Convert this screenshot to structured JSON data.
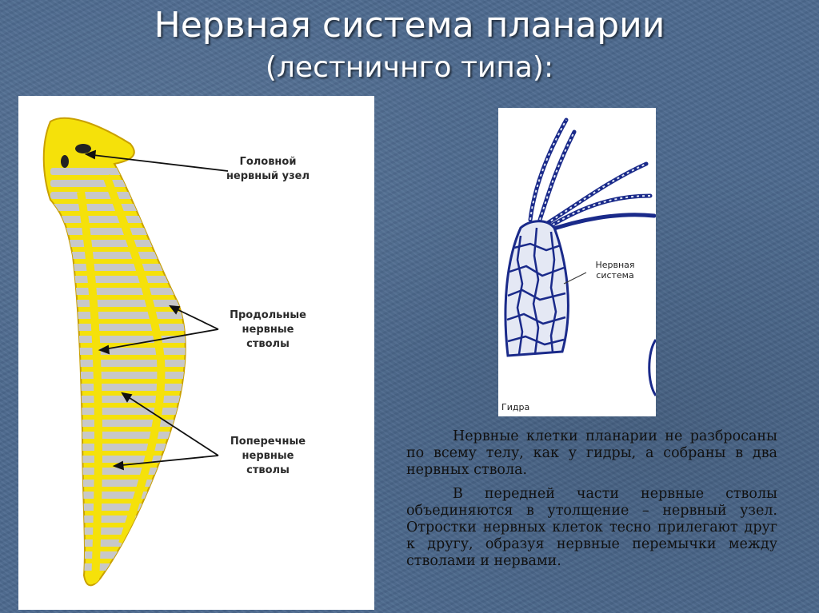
{
  "slide": {
    "title": "Нервная система планарии",
    "subtitle": "(лестничнго типа):"
  },
  "planaria_figure": {
    "label_head_ganglion_line1": "Головной",
    "label_head_ganglion_line2": "нервный узел",
    "label_longitudinal_line1": "Продольные",
    "label_longitudinal_line2": "нервные",
    "label_longitudinal_line3": "стволы",
    "label_transverse_line1": "Поперечные",
    "label_transverse_line2": "нервные",
    "label_transverse_line3": "стволы",
    "colors": {
      "nerve": "#f5e10a",
      "body": "#c9c9c9",
      "outline": "#c9a000"
    }
  },
  "hydra_figure": {
    "label_nervous_line1": "Нервная",
    "label_nervous_line2": "система",
    "caption": "Гидра",
    "colors": {
      "net": "#1a2a8a",
      "body": "#e4e8f4"
    }
  },
  "paragraphs": [
    "Нервные клетки планарии не разбросаны по всему телу, как у гидры, а собраны в два нервных ствола.",
    "В передней части нервные стволы объединяются в утолщение – нервный узел. Отростки нервных клеток тесно прилегают друг к другу, образуя нервные перемычки между стволами и нервами."
  ]
}
